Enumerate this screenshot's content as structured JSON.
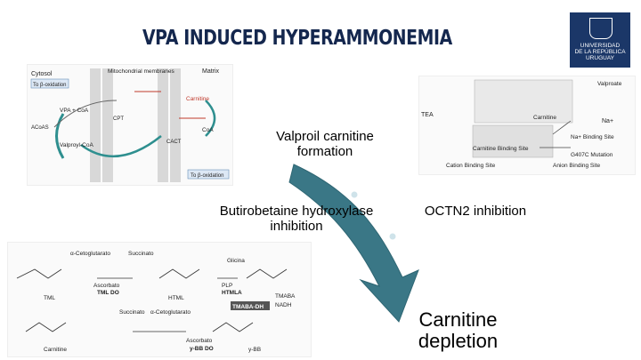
{
  "title": "VPA INDUCED HYPERAMMONEMIA",
  "logo": {
    "lines": [
      "UNIVERSIDAD",
      "DE LA REPÚBLICA",
      "URUGUAY"
    ]
  },
  "labels": {
    "valproil": "Valproil carnitine formation",
    "butirobetaine": "Butirobetaine hydroxylase inhibition",
    "octn2": "OCTN2 inhibition",
    "carnitine_depletion": "Carnitine depletion"
  },
  "figure_tl": {
    "cytosol": "Cytosol",
    "mito": "Mitochondrial membranes",
    "matrix": "Matrix",
    "to_b_ox_top": "To β-oxidation",
    "to_b_ox_bottom": "To β-oxidation",
    "vpa_coa": "VPA + CoA",
    "valproyl_coa": "Valproyl-CoA",
    "carnitine": "Carnitine",
    "coa": "CoA",
    "acoas": "ACoAS",
    "cpt": "CPT",
    "cact": "CACT"
  },
  "figure_tr": {
    "tea": "TEA",
    "carnitine": "Carnitine",
    "na_binding": "Na+ Binding Site",
    "carn_binding": "Carnitine Binding Site",
    "cation_binding": "Cation Binding Site",
    "anion_binding": "Anion Binding Site",
    "mutation": "G407C Mutation",
    "valproate": "Valproate",
    "na": "Na+"
  },
  "figure_bl": {
    "tml": "TML",
    "tml_do": "TML DO",
    "html": "HTML",
    "plp": "PLP",
    "htmla": "HTMLA",
    "tmaba": "TMABA",
    "tmaba_dh": "TMABA-DH",
    "nadh": "NADH",
    "carnitine": "Carnitine",
    "ybb": "y-BB",
    "ascorbato1": "Ascorbato",
    "ascorbato2": "Ascorbato",
    "ybb_do": "y-BB DO",
    "cetoglutarato1": "α-Cetoglutarato",
    "cetoglutarato2": "α-Cetoglutarato",
    "succinato1": "Succinato",
    "succinato2": "Succinato",
    "glicina": "Glicina"
  }
}
